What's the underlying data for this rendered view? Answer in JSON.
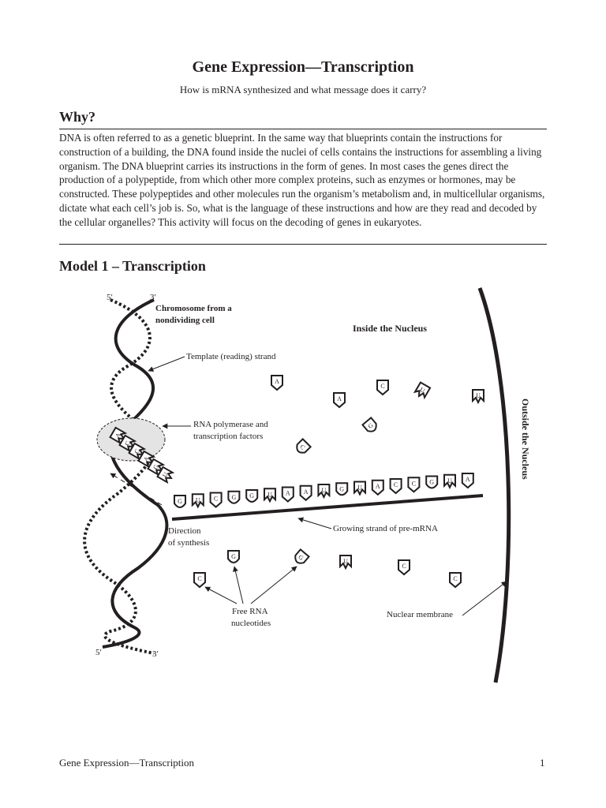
{
  "document": {
    "title": "Gene Expression—Transcription",
    "subtitle": "How is mRNA synthesized and what message does it carry?",
    "why_heading": "Why?",
    "why_paragraph": "DNA is often referred to as a genetic blueprint. In the same way that blueprints contain the instructions for construction of a building, the DNA found inside the nuclei of cells contains the instructions for assembling a living organism. The DNA blueprint carries its instructions in the form of genes. In most cases the genes direct the production of a polypeptide, from which other more complex proteins, such as enzymes or hormones, may be constructed. These polypeptides and other molecules run the organism’s metabolism and, in multicellular organisms, dictate what each cell’s job is. So, what is the language of these instructions and how are they read and decoded by the cellular organelles? This activity will focus on the decoding of genes in eukaryotes.",
    "model_heading": "Model 1 – Transcription"
  },
  "diagram": {
    "labels": {
      "prime5_top": "5′",
      "prime3_top": "3′",
      "chromosome_line1": "Chromosome from a",
      "chromosome_line2": "nondividing cell",
      "inside_nucleus": "Inside the Nucleus",
      "outside_nucleus": "Outside the Nucleus",
      "template_strand": "Template (reading) strand",
      "rna_polymerase_line1": "RNA polymerase and",
      "rna_polymerase_line2": "transcription factors",
      "direction_line1": "Direction",
      "direction_line2": "of synthesis",
      "growing_strand": "Growing strand of pre-mRNA",
      "free_rna_line1": "Free RNA",
      "free_rna_line2": "nucleotides",
      "nuclear_membrane": "Nuclear membrane",
      "prime5_bottom": "5′",
      "prime3_bottom": "3′"
    },
    "mrna_bases": [
      "G",
      "U",
      "C",
      "G",
      "G",
      "U",
      "A",
      "A",
      "U",
      "G",
      "U",
      "A",
      "C",
      "C",
      "G",
      "U",
      "A"
    ],
    "template_pairs": [
      "A",
      "C",
      "C",
      "A",
      "G",
      "U"
    ],
    "free_nucleotides": [
      "A",
      "A",
      "C",
      "U",
      "U",
      "G",
      "C",
      "G",
      "G",
      "C",
      "U",
      "C",
      "C"
    ]
  },
  "footer": {
    "left": "Gene Expression—Transcription",
    "page_number": "1"
  }
}
